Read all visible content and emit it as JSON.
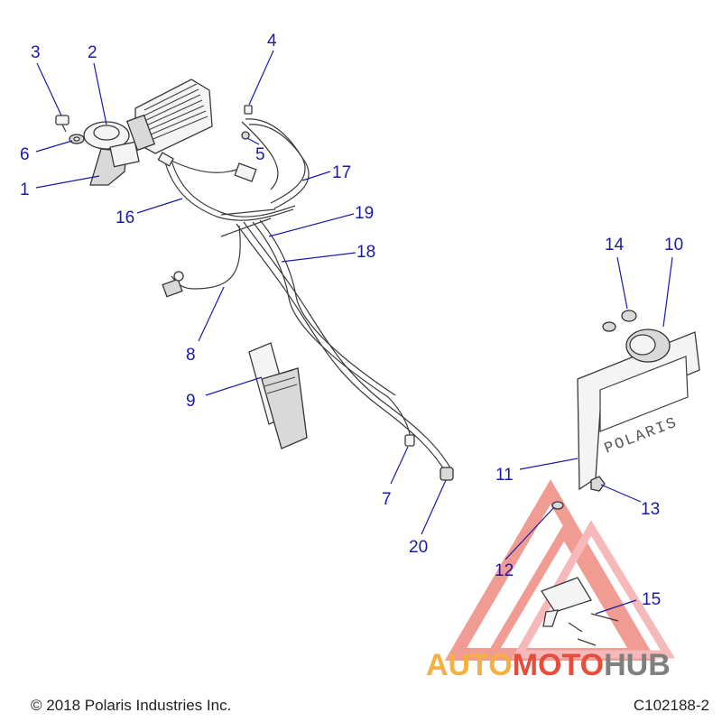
{
  "callouts": [
    {
      "id": "1",
      "label": "1"
    },
    {
      "id": "2",
      "label": "2"
    },
    {
      "id": "3",
      "label": "3"
    },
    {
      "id": "4",
      "label": "4"
    },
    {
      "id": "5",
      "label": "5"
    },
    {
      "id": "6",
      "label": "6"
    },
    {
      "id": "7",
      "label": "7"
    },
    {
      "id": "8",
      "label": "8"
    },
    {
      "id": "9",
      "label": "9"
    },
    {
      "id": "10",
      "label": "10"
    },
    {
      "id": "11",
      "label": "11"
    },
    {
      "id": "12",
      "label": "12"
    },
    {
      "id": "13",
      "label": "13"
    },
    {
      "id": "14",
      "label": "14"
    },
    {
      "id": "15",
      "label": "15"
    },
    {
      "id": "16",
      "label": "16"
    },
    {
      "id": "17",
      "label": "17"
    },
    {
      "id": "18",
      "label": "18"
    },
    {
      "id": "19",
      "label": "19"
    },
    {
      "id": "20",
      "label": "20"
    }
  ],
  "plate_text": "POLARIS",
  "watermark": {
    "text_auto": "AUTO",
    "text_moto": "MOTO",
    "text_hub": "HUB",
    "color_auto": "#f5b041",
    "color_moto": "#e74c3c",
    "color_hub": "#7f7f7f"
  },
  "footer": {
    "copyright": "© 2018 Polaris Industries Inc.",
    "diagram_code": "C102188-2"
  },
  "colors": {
    "callout": "#1a1aa8",
    "line_art": "#3a3a3a",
    "watermark_triangle": "#e74c3c"
  }
}
